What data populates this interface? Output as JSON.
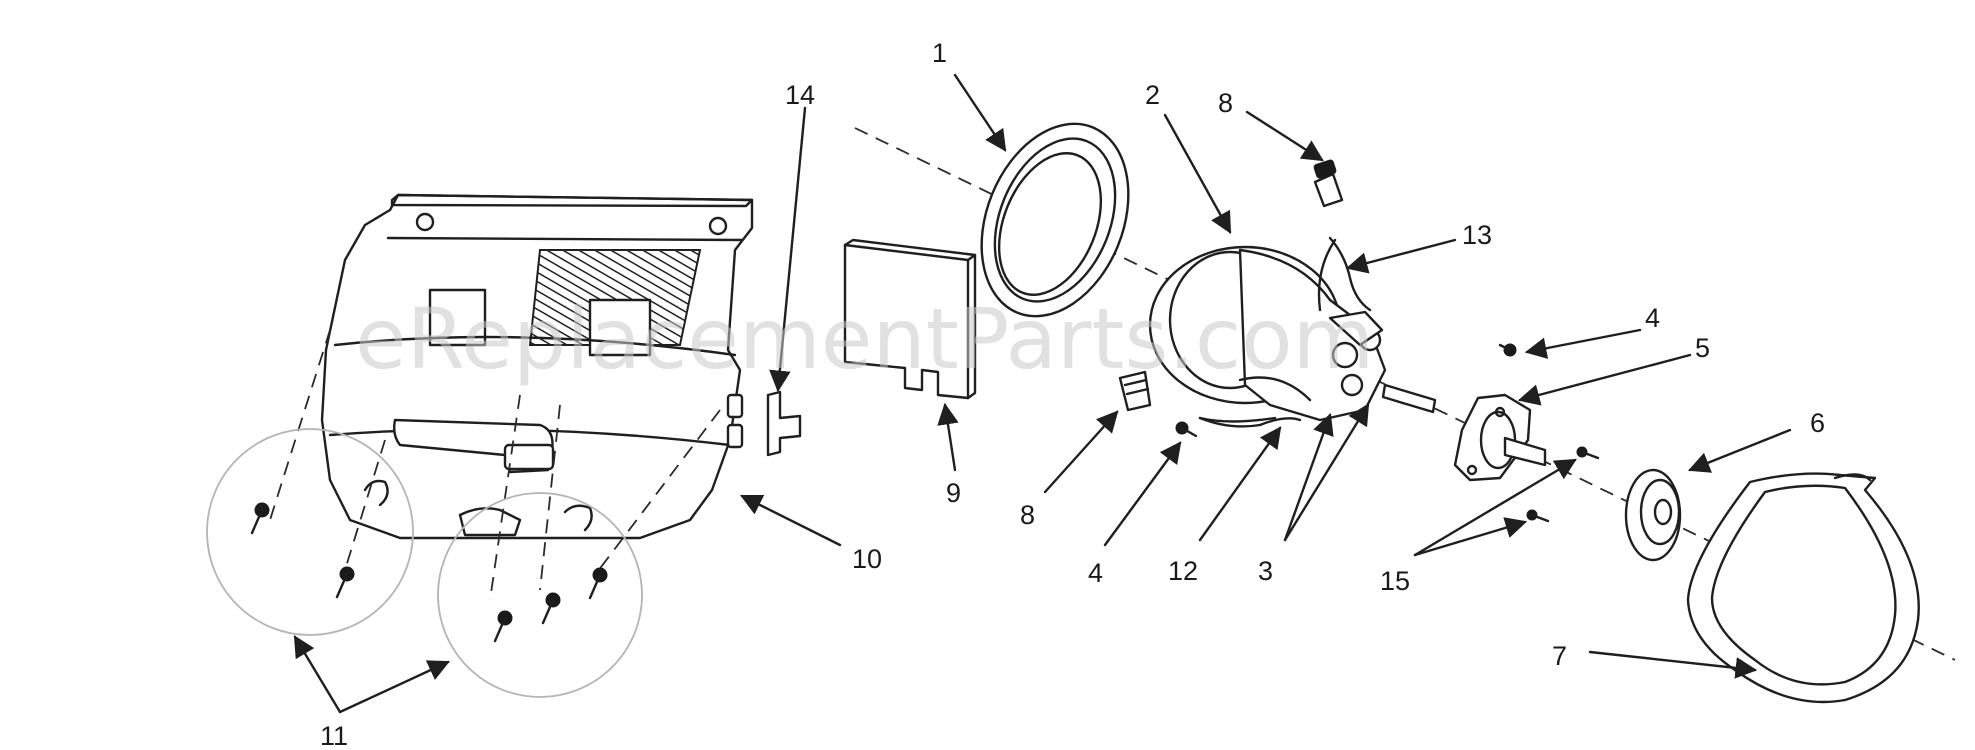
{
  "watermark": "eReplacementParts.com",
  "callouts": [
    "1",
    "14",
    "2",
    "8",
    "13",
    "4",
    "5",
    "6",
    "9",
    "8",
    "4",
    "12",
    "3",
    "15",
    "7",
    "10",
    "11"
  ]
}
